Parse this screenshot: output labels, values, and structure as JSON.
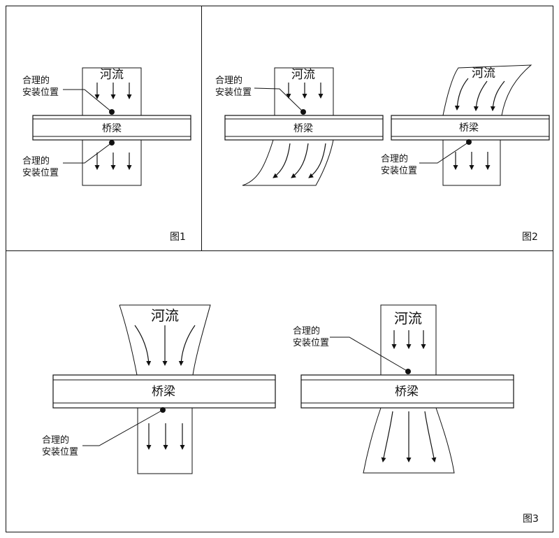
{
  "panel1": {
    "river": "河流",
    "bridge": "桥梁",
    "upper_label": [
      "合理的",
      "安装位置"
    ],
    "lower_label": [
      "合理的",
      "安装位置"
    ],
    "figure_label": "图1"
  },
  "panel2": {
    "left": {
      "river": "河流",
      "bridge": "桥梁",
      "label": [
        "合理的",
        "安装位置"
      ]
    },
    "right": {
      "river": "河流",
      "bridge": "桥梁",
      "label": [
        "合理的",
        "安装位置"
      ]
    },
    "figure_label": "图2"
  },
  "panel3": {
    "left": {
      "river": "河流",
      "bridge": "桥梁",
      "label": [
        "合理的",
        "安装位置"
      ]
    },
    "right": {
      "river": "河流",
      "bridge": "桥梁",
      "label": [
        "合理的",
        "安装位置"
      ]
    },
    "figure_label": "图3"
  },
  "colors": {
    "line": "#111111",
    "background": "#ffffff"
  }
}
